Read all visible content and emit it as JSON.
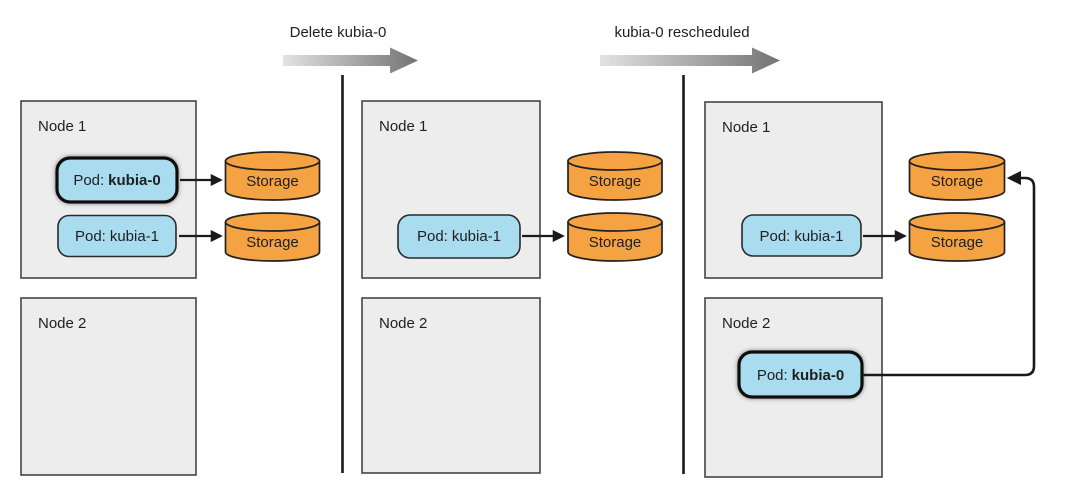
{
  "figure": {
    "transitions": [
      {
        "label": "Delete kubia-0"
      },
      {
        "label": "kubia-0 rescheduled"
      }
    ],
    "panels": [
      {
        "nodes": [
          {
            "label": "Node 1",
            "pods": [
              {
                "prefix": "Pod:",
                "name": "kubia-0",
                "emphasized": true
              },
              {
                "prefix": "Pod:",
                "name": "kubia-1",
                "emphasized": false
              }
            ]
          },
          {
            "label": "Node 2",
            "pods": []
          }
        ],
        "storages": [
          {
            "label": "Storage"
          },
          {
            "label": "Storage"
          }
        ]
      },
      {
        "nodes": [
          {
            "label": "Node 1",
            "pods": [
              {
                "prefix": "Pod:",
                "name": "kubia-1",
                "emphasized": false
              }
            ]
          },
          {
            "label": "Node 2",
            "pods": []
          }
        ],
        "storages": [
          {
            "label": "Storage"
          },
          {
            "label": "Storage"
          }
        ]
      },
      {
        "nodes": [
          {
            "label": "Node 1",
            "pods": [
              {
                "prefix": "Pod:",
                "name": "kubia-1",
                "emphasized": false
              }
            ]
          },
          {
            "label": "Node 2",
            "pods": [
              {
                "prefix": "Pod:",
                "name": "kubia-0",
                "emphasized": true
              }
            ]
          }
        ],
        "storages": [
          {
            "label": "Storage"
          },
          {
            "label": "Storage"
          }
        ]
      }
    ],
    "colors": {
      "node_fill": "#ededed",
      "node_border": "#454545",
      "pod_fill": "#a9dcef",
      "pod_border": "#2a2a2a",
      "pod_border_emphasized": "#111111",
      "storage_fill": "#f5a242",
      "storage_border": "#222222",
      "connector": "#1a1a1a",
      "transition_arrow_light": "#e3e3e3",
      "transition_arrow_dark": "#737373",
      "text": "#1f1f1f"
    }
  }
}
